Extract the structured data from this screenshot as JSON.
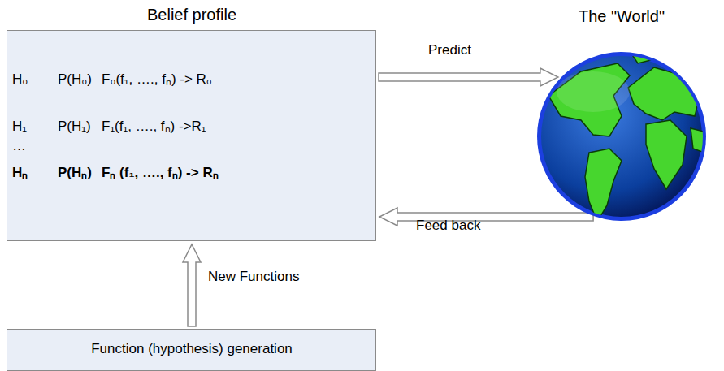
{
  "diagram": {
    "nodes": [
      {
        "text": [
          "Belief profile",
          "H₀",
          "P(H₀)",
          "F₀(f₁, …., fₙ) -> R₀",
          "H₁",
          "P(H₁)",
          "F₁(f₁, …., fₙ)  ->R₁",
          "…",
          "Hₙ",
          "P(Hₙ)",
          "Fₙ (f₁, …., fₙ) -> Rₙ"
        ]
      },
      {
        "text": [
          "The \"World\""
        ]
      },
      {
        "text": [
          "Function (hypothesis) generation"
        ]
      }
    ],
    "edges": [
      {
        "from": 0,
        "to": 1,
        "label": "Predict",
        "arrow": "to"
      },
      {
        "from": 1,
        "to": 0,
        "label": "Feed back",
        "arrow": "to"
      },
      {
        "from": 2,
        "to": 0,
        "label": "New Functions",
        "arrow": "to"
      }
    ]
  }
}
